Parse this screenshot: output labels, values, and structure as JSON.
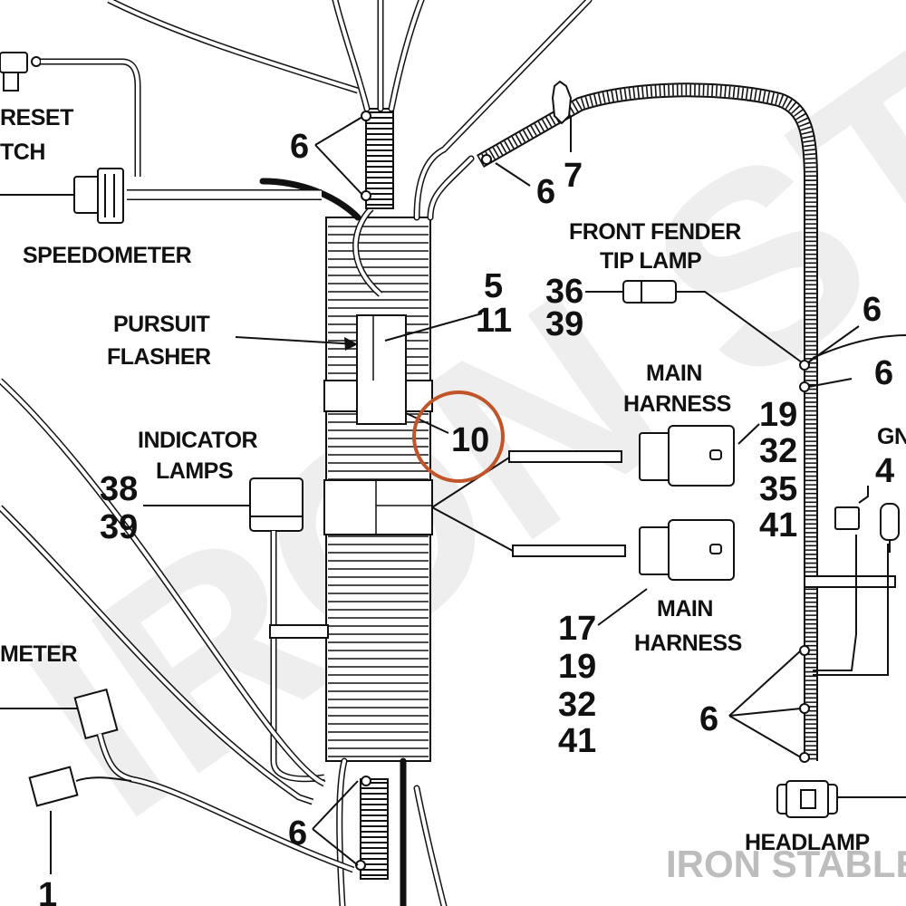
{
  "colors": {
    "line": "#111111",
    "highlight": "#c0552a",
    "watermark": "#eeeeee",
    "brand": "#bdbdbd"
  },
  "watermark": {
    "big": "IRON STABLE",
    "brand": "IRON STABLE"
  },
  "labels": {
    "reset_switch_l1": "RESET",
    "reset_switch_l2": "TCH",
    "speedometer": "SPEEDOMETER",
    "pursuit_flasher_l1": "PURSUIT",
    "pursuit_flasher_l2": "FLASHER",
    "indicator_lamps_l1": "INDICATOR",
    "indicator_lamps_l2": "LAMPS",
    "tachometer": "METER",
    "front_fender_l1": "FRONT FENDER",
    "front_fender_l2": "TIP LAMP",
    "main_harness_top_l1": "MAIN",
    "main_harness_top_l2": "HARNESS",
    "main_harness_bot_l1": "MAIN",
    "main_harness_bot_l2": "HARNESS",
    "ground": "GN",
    "headlamp": "HEADLAMP"
  },
  "callouts": {
    "c6_top": "6",
    "c6_clip": "6",
    "c7": "7",
    "c5": "5",
    "c11": "11",
    "c10": "10",
    "c36": "36",
    "c39_fender": "39",
    "c6_right_a": "6",
    "c6_right_b": "6",
    "c4": "4",
    "c19_top": "19",
    "c32_top": "32",
    "c35": "35",
    "c41_top": "41",
    "c38": "38",
    "c39_ind": "39",
    "c17": "17",
    "c19_bot": "19",
    "c32_bot": "32",
    "c41_bot": "41",
    "c6_lower_right": "6",
    "c6_bottom": "6",
    "c1": "1"
  }
}
